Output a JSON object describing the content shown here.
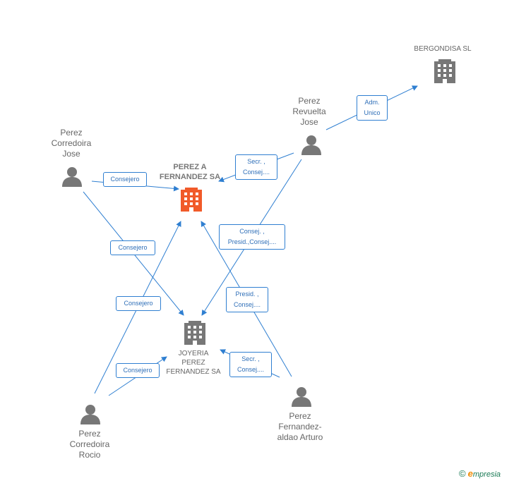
{
  "nodes": {
    "center": {
      "label": "PEREZ A\nFERNANDEZ SA",
      "color": "#f15a29"
    },
    "bergondisa": {
      "label": "BERGONDISA SL",
      "color": "#777777"
    },
    "joyeria": {
      "label": "JOYERIA\nPEREZ\nFERNANDEZ SA",
      "color": "#777777"
    },
    "corredoira_jose": {
      "label": "Perez\nCorredoira\nJose",
      "color": "#777777"
    },
    "revuelta_jose": {
      "label": "Perez\nRevuelta\nJose",
      "color": "#777777"
    },
    "corredoira_rocio": {
      "label": "Perez\nCorredoira\nRocio",
      "color": "#777777"
    },
    "fernandez_arturo": {
      "label": "Perez\nFernandez-\naldao Arturo",
      "color": "#777777"
    }
  },
  "edges": {
    "jose_center": "Consejero",
    "jose_joyeria": "Consejero",
    "revuelta_bergondisa": "Adm.\nUnico",
    "revuelta_center": "Secr. ,\nConsej....",
    "revuelta_joyeria": "Consej. ,\nPresid.,Consej....",
    "rocio_center": "Consejero",
    "rocio_joyeria": "Consejero",
    "arturo_center": "Presid. ,\nConsej....",
    "arturo_joyeria": "Secr. ,\nConsej...."
  },
  "colors": {
    "edge": "#2f7fd1",
    "person": "#777777",
    "highlight": "#f15a29"
  },
  "footer": {
    "copyright": "©",
    "brand_e": "e",
    "brand_rest": "mpresia"
  }
}
